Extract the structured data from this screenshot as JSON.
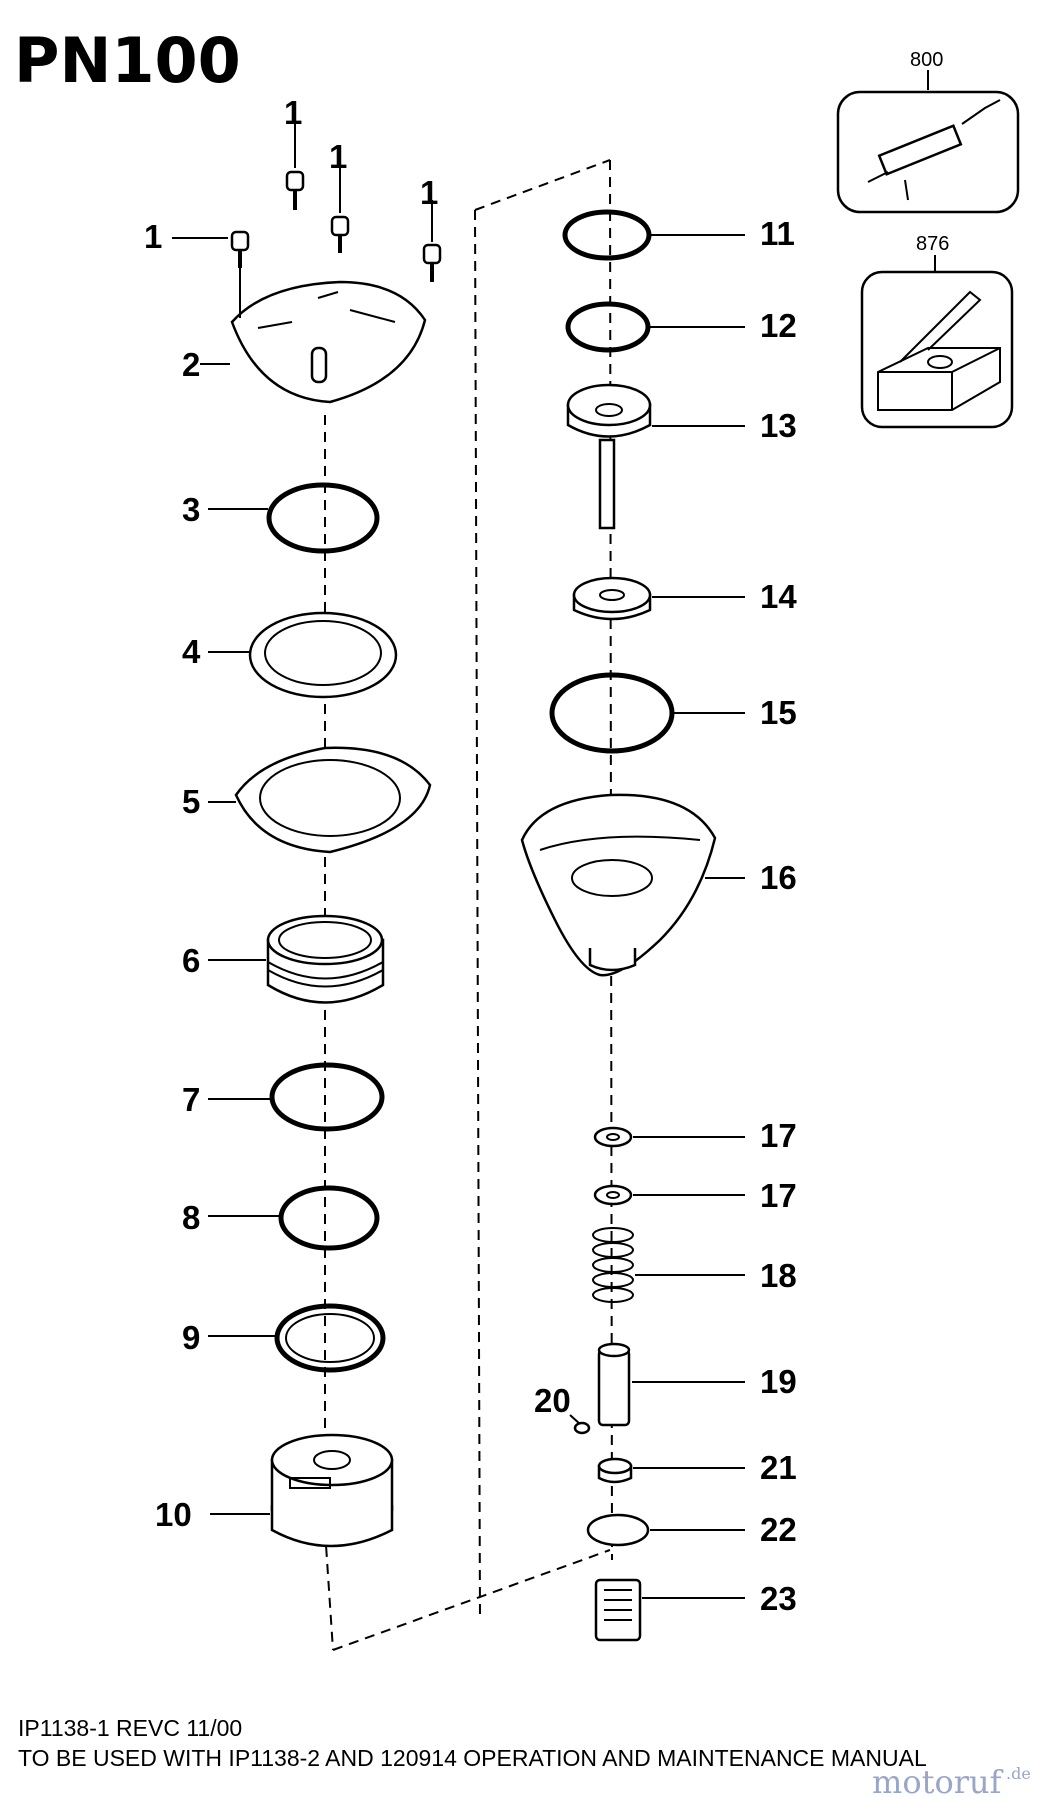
{
  "title": "PN100",
  "callouts": {
    "p1": "1",
    "p2": "2",
    "p3": "3",
    "p4": "4",
    "p5": "5",
    "p6": "6",
    "p7": "7",
    "p8": "8",
    "p9": "9",
    "p10": "10",
    "p11": "11",
    "p12": "12",
    "p13": "13",
    "p14": "14",
    "p15": "15",
    "p16": "16",
    "p17": "17",
    "p18": "18",
    "p19": "19",
    "p20": "20",
    "p21": "21",
    "p22": "22",
    "p23": "23",
    "p800": "800",
    "p876": "876"
  },
  "footer": {
    "line1": "IP1138-1 REVC 11/00",
    "line2": "TO BE USED WITH IP1138-2 AND 120914 OPERATION AND MAINTENANCE MANUAL"
  },
  "watermark": {
    "main": "motoruf",
    "suffix": ".de"
  }
}
